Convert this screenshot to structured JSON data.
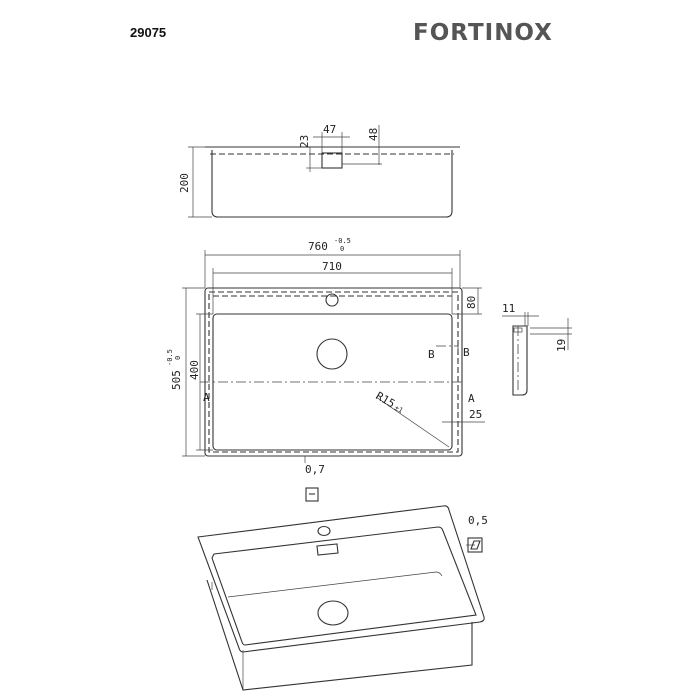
{
  "header": {
    "product_code": "29075",
    "logo_text": "FORTINOX"
  },
  "side_view": {
    "height": "200",
    "overflow_width": "47",
    "overflow_height": "23",
    "overflow_offset": "48"
  },
  "top_view": {
    "outer_width": "760",
    "outer_width_tol_upper": "-0.5",
    "outer_width_tol_lower": "0",
    "bowl_width": "710",
    "outer_depth": "505",
    "outer_depth_tol_upper": "-0.5",
    "outer_depth_tol_lower": "0",
    "bowl_depth": "400",
    "deck_depth": "80",
    "corner_radius": "R15",
    "corner_radius_tol": "±1",
    "rim_offset": "25",
    "thickness": "0,7",
    "section_a": "A",
    "section_b": "B"
  },
  "section_detail": {
    "rim_width": "11",
    "rim_height": "19"
  },
  "perspective": {
    "flatness_tolerance": "0,5"
  }
}
